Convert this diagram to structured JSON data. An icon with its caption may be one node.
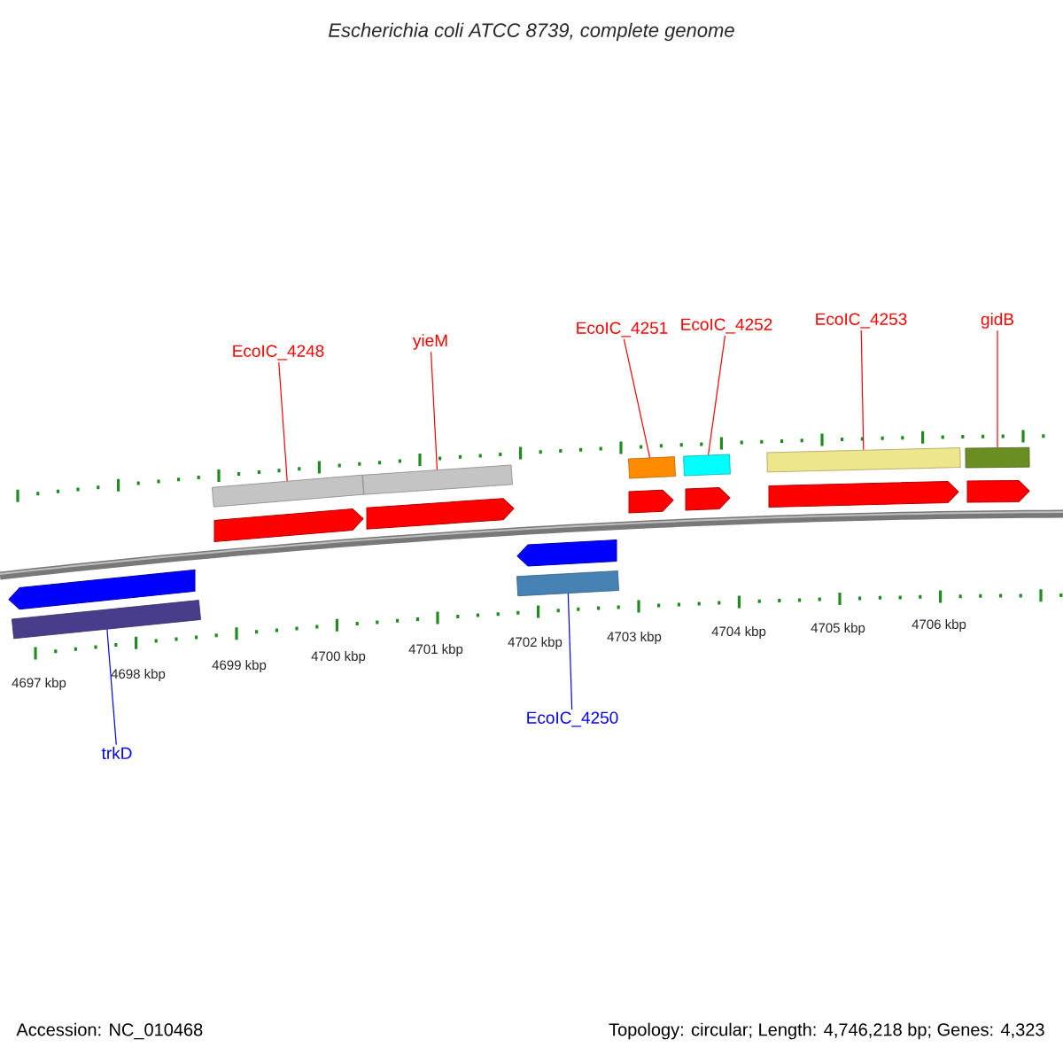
{
  "diagram": {
    "title": "Escherichia coli ATCC 8739, complete genome",
    "nodes": [
      {
        "text": [
          "EcoIC_4248"
        ]
      },
      {
        "text": [
          "yieM"
        ]
      },
      {
        "text": [
          "EcoIC_4251"
        ]
      },
      {
        "text": [
          "EcoIC_4252"
        ]
      },
      {
        "text": [
          "EcoIC_4253"
        ]
      },
      {
        "text": [
          "gidB"
        ]
      },
      {
        "text": [],
        "shape": "bar"
      },
      {
        "text": [],
        "shape": "bar"
      },
      {
        "text": [],
        "shape": "bar"
      },
      {
        "text": [],
        "shape": "bar"
      },
      {
        "text": [],
        "shape": "bar"
      },
      {
        "text": [],
        "shape": "bar"
      },
      {
        "text": [],
        "shape": "bar"
      },
      {
        "text": [],
        "shape": "bar"
      },
      {
        "text": [
          "EcoIC_4250"
        ]
      },
      {
        "text": [
          "trkD"
        ]
      },
      {
        "text": [],
        "shape": "arrow"
      },
      {
        "text": [],
        "shape": "arrow"
      },
      {
        "text": [],
        "shape": "arrow"
      },
      {
        "text": [],
        "shape": "arrow"
      },
      {
        "text": [],
        "shape": "arrow"
      },
      {
        "text": [],
        "shape": "arrow"
      },
      {
        "text": [],
        "shape": "arrow"
      },
      {
        "text": [],
        "shape": "arrow"
      }
    ],
    "edges": [
      {
        "from": 0,
        "to": 6,
        "arrow": "none"
      },
      {
        "from": 1,
        "to": 7,
        "arrow": "none"
      },
      {
        "from": 2,
        "to": 8,
        "arrow": "none"
      },
      {
        "from": 3,
        "to": 9,
        "arrow": "none"
      },
      {
        "from": 4,
        "to": 10,
        "arrow": "none"
      },
      {
        "from": 5,
        "to": 11,
        "arrow": "none"
      },
      {
        "from": 14,
        "to": 13,
        "arrow": "none",
        "color": "#0000ff"
      },
      {
        "from": 15,
        "to": 12,
        "arrow": "none",
        "color": "#0000ff"
      }
    ],
    "labels": [
      "4697 kbp",
      "4698 kbp",
      "4699 kbp",
      "4700 kbp",
      "4701 kbp",
      "4702 kbp",
      "4703 kbp",
      "4704 kbp",
      "4705 kbp",
      "4706 kbp",
      "Accession: NC_010468",
      "Topology: circular; Length: 4,746,218 bp; Genes: 4,323"
    ]
  }
}
